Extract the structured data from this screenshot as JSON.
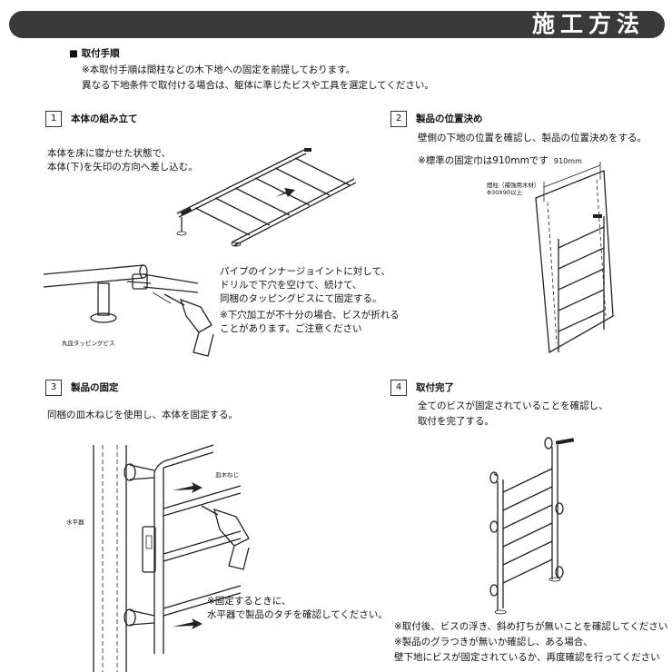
{
  "header": {
    "title": "施工方法"
  },
  "intro": {
    "heading": "■  取付手順",
    "note1": "※本取付手順は間柱などの木下地への固定を前提しております。",
    "note2": "異なる下地条件で取付ける場合は、躯体に準じたビスや工具を選定してください。"
  },
  "steps": [
    {
      "number": "1",
      "title": "本体の組み立て",
      "text1": "本体を床に寝かせた状態で、",
      "text2": "本体(下)を矢印の方向へ差し込む。",
      "text3": "パイプのインナージョイントに対して、",
      "text4": "ドリルで下穴を空けて、続けて、",
      "text5": "同梱のタッピングビスにて固定する。",
      "text6": "※下穴加工が不十分の場合、ビスが折れる",
      "text7": "ことがあります。ご注意ください",
      "label_screw": "丸皿タッピングビス"
    },
    {
      "number": "2",
      "title": "製品の位置決め",
      "text1": "壁側の下地の位置を確認し、製品の位置決めをする。",
      "text2": "※標準の固定巾は910mmです",
      "dimension": "910mm",
      "label_stud1": "間柱（補強用木材）",
      "label_stud2": "Φ30X90以上"
    },
    {
      "number": "3",
      "title": "製品の固定",
      "text1": "同梱の皿木ねじを使用し、本体を固定する。",
      "label_screw": "皿木ねじ",
      "label_level": "水平器",
      "note1": "※固定するときに、",
      "note2": "水平器で製品のタチを確認してください。"
    },
    {
      "number": "4",
      "title": "取付完了",
      "text1": "全てのビスが固定されていることを確認し、",
      "text2": "取付を完了する。",
      "note1": "※取付後、ビスの浮き、斜め打ちが無いことを確認してください",
      "note2": "※製品のグラつきが無いか確認し、ある場合、",
      "note3": "壁下地にビスが固定されているか、再度確認を行ってください"
    }
  ]
}
